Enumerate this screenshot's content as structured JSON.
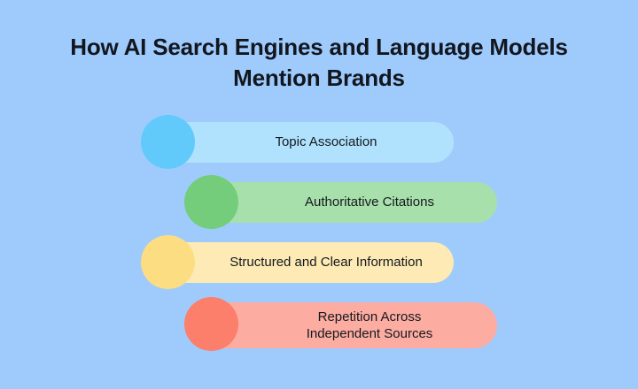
{
  "page": {
    "title": "How AI Search Engines and Language Models Mention Brands",
    "background_color": "#9fcbfc",
    "title_color": "#12161f"
  },
  "items": [
    {
      "label": "Topic Association",
      "bar_color": "#b0e2fd",
      "circle_color": "#62c9fb",
      "align": "offset-a"
    },
    {
      "label": "Authoritative Citations",
      "bar_color": "#a8e0ab",
      "circle_color": "#73cd7a",
      "align": "offset-b"
    },
    {
      "label": "Structured and Clear Information",
      "bar_color": "#fdeab4",
      "circle_color": "#fcdd82",
      "align": "offset-a"
    },
    {
      "label": "Repetition Across\nIndependent Sources",
      "bar_color": "#fcaca1",
      "circle_color": "#fb7f6b",
      "align": "offset-b"
    }
  ]
}
